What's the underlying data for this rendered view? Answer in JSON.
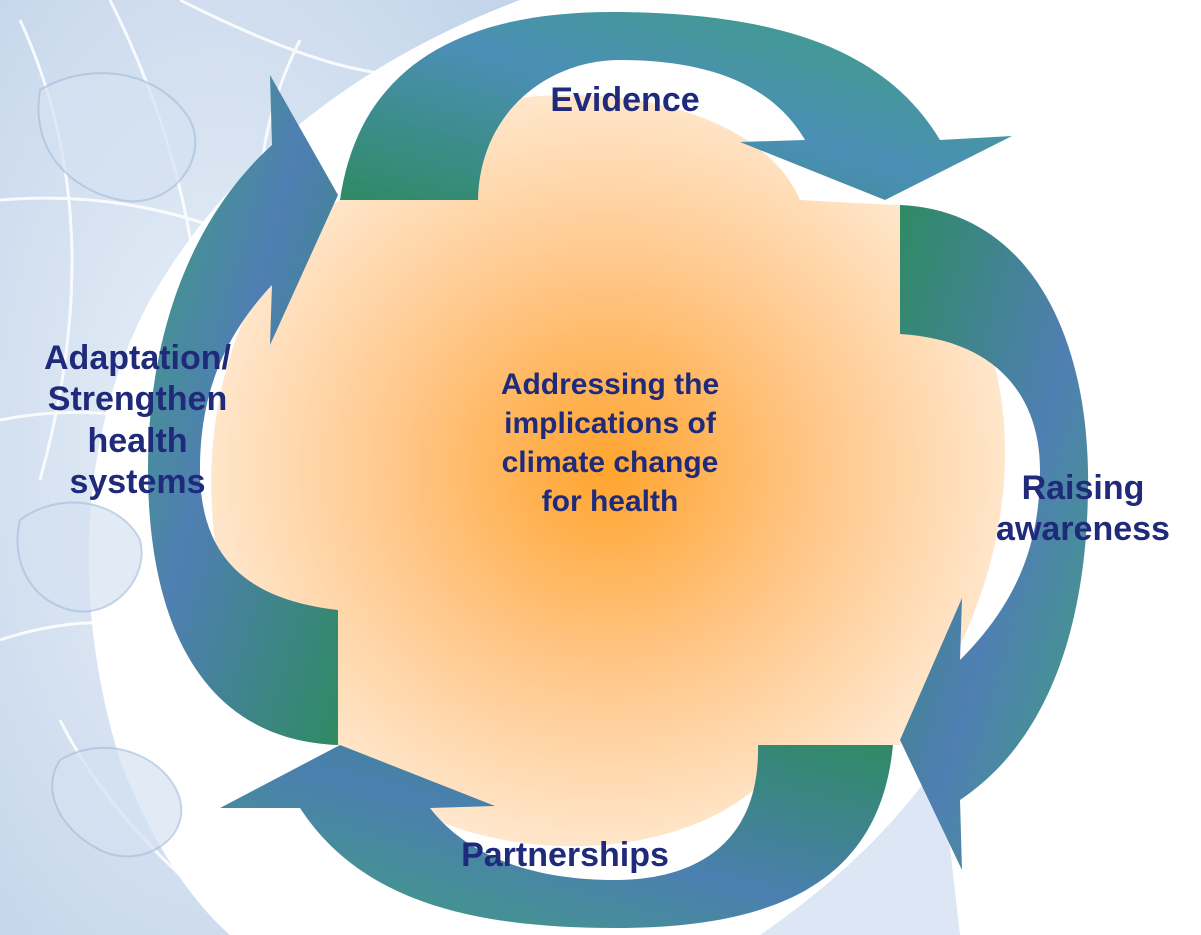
{
  "diagram": {
    "center_text": "Addressing the\nimplications of\nclimate change\nfor health",
    "stages": [
      {
        "label": "Evidence"
      },
      {
        "label": "Raising\nawareness"
      },
      {
        "label": "Partnerships"
      },
      {
        "label": "Adaptation/\nStrengthen\nhealth\nsystems"
      }
    ]
  },
  "colors": {
    "text": "#1f2a7a",
    "center_glow": "#ffa42e",
    "arrow_blue": "#5a8fc4",
    "arrow_green": "#3a9a74",
    "background_map": "#c8d8ec"
  }
}
